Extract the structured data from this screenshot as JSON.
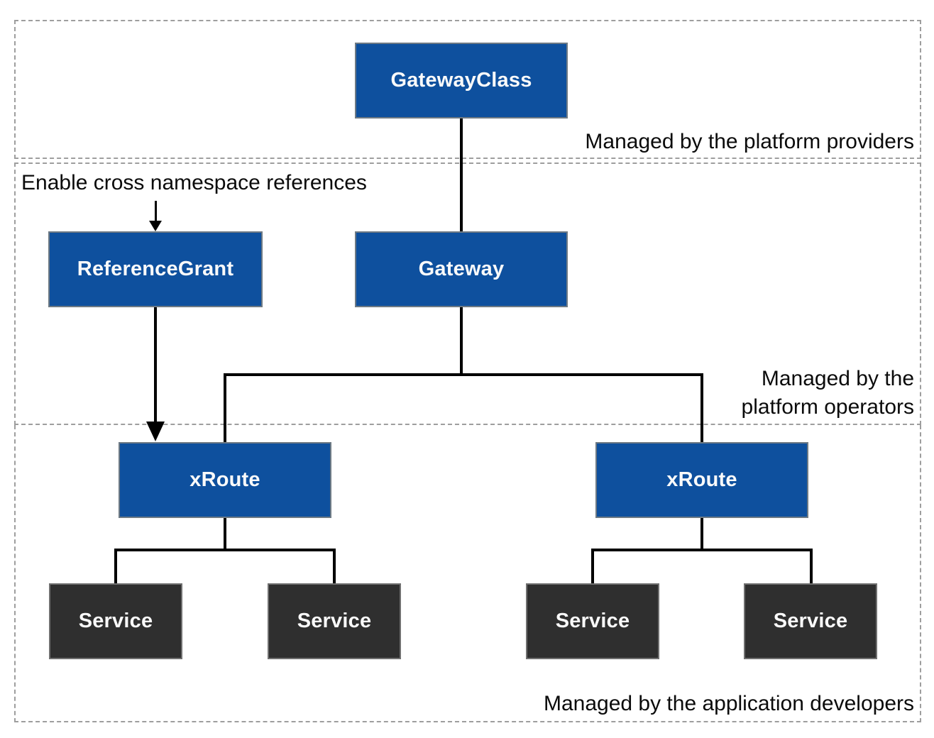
{
  "diagram": {
    "boxes": {
      "gateway_class": {
        "label": "GatewayClass"
      },
      "gateway": {
        "label": "Gateway"
      },
      "reference_grant": {
        "label": "ReferenceGrant"
      },
      "xroute_left": {
        "label": "xRoute"
      },
      "xroute_right": {
        "label": "xRoute"
      },
      "services": [
        {
          "label": "Service"
        },
        {
          "label": "Service"
        },
        {
          "label": "Service"
        },
        {
          "label": "Service"
        }
      ]
    },
    "annotations": {
      "enable_note": "Enable cross namespace references",
      "providers_label": "Managed by the platform providers",
      "operators_label": "Managed by the\nplatform operators",
      "developers_label": "Managed by the application developers"
    },
    "colors": {
      "resource_blue": "#0e509e",
      "service_dark": "#2f2f2f",
      "connector_black": "#000000",
      "section_border_gray": "#9e9e9e"
    }
  }
}
